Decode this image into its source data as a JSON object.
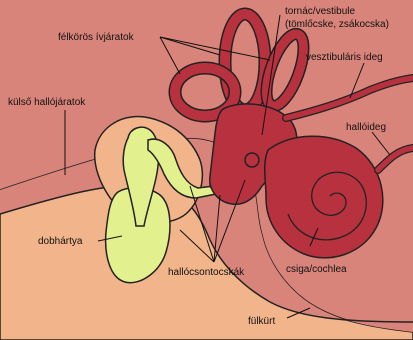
{
  "labels": {
    "semicircular_canals": "félkörös ívjáratok",
    "vestibule_line1": "tornác/vestibule",
    "vestibule_line2": "(tömlőcske, zsákocska)",
    "vestibular_nerve": "vesztibuláris ideg",
    "outer_ear_canal": "külső hallójáratok",
    "auditory_nerve": "hallóideg",
    "eardrum": "dobhártya",
    "cochlea": "csiga/cochlea",
    "ossicles": "hallócsontocskák",
    "outer_ear": "fülkürt"
  },
  "colors": {
    "background_tissue": "#d9847a",
    "skin_canal": "#f2b48a",
    "ossicles_fill": "#e2f08e",
    "inner_ear": "#b8313f",
    "leader_line": "#111111"
  }
}
